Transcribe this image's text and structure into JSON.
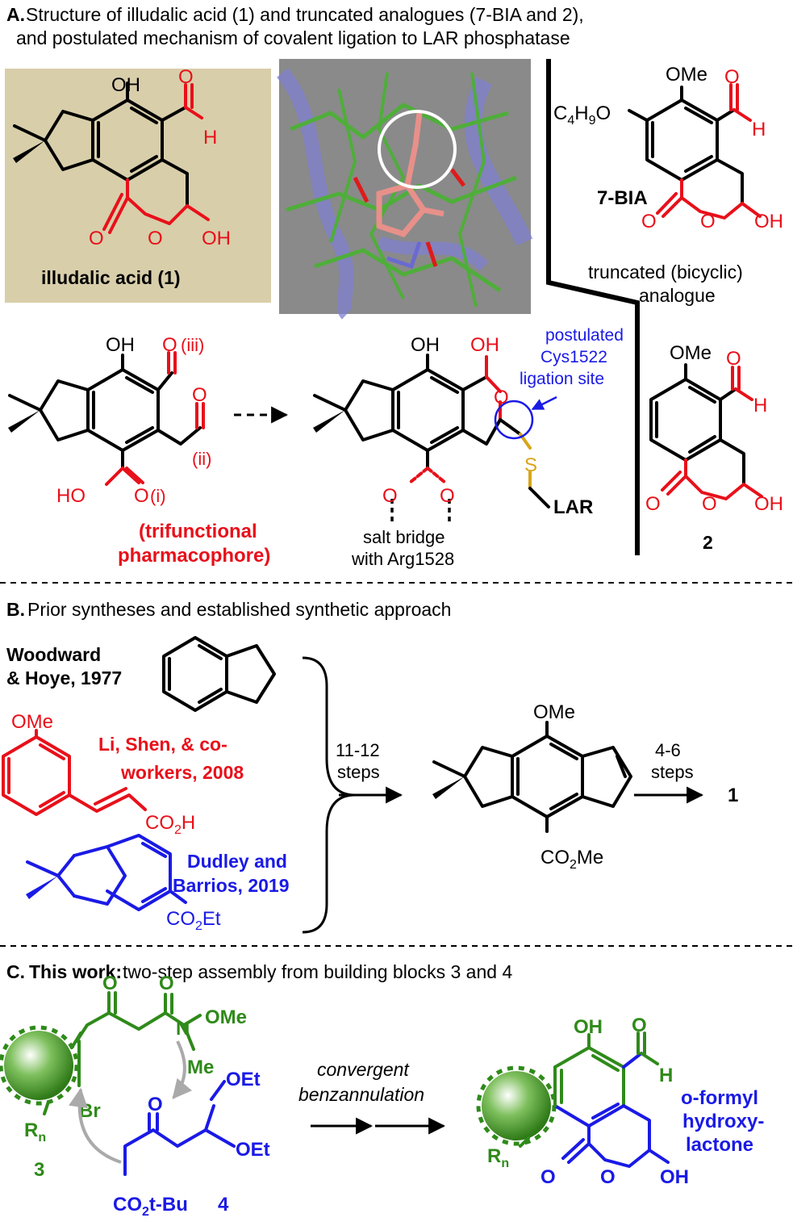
{
  "colors": {
    "black": "#000000",
    "red": "#e8101a",
    "green": "#2f8a1a",
    "blue": "#1a1ae6",
    "yellow": "#d8a51a",
    "tan": "#d8ceaa",
    "gray_arrow": "#aaaaaa"
  },
  "sectionA": {
    "title_letter": "A.",
    "title_line1": "Structure of illudalic acid (1) and truncated analogues (7-BIA and 2),",
    "title_line2": "and postulated mechanism of covalent ligation to LAR phosphatase",
    "illudalic_label": "illudalic acid (1)",
    "oh": "OH",
    "o": "O",
    "h": "H",
    "ome": "OMe",
    "c4h9o": "C4H9O",
    "bia_label": "7-BIA",
    "truncated_line1": "truncated (bicyclic)",
    "truncated_line2": "analogue",
    "compound2_label": "2",
    "site_iii": "(iii)",
    "site_ii": "(ii)",
    "site_i": "(i)",
    "ho": "HO",
    "trifunctional_line1": "(trifunctional",
    "trifunctional_line2": "pharmacophore)",
    "postulated_line1": "postulated",
    "postulated_line2": "Cys1522",
    "postulated_line3": "ligation site",
    "s": "S",
    "lar": "LAR",
    "salt_line1": "salt bridge",
    "salt_line2": "with Arg1528"
  },
  "sectionB": {
    "title_letter": "B.",
    "title": "Prior syntheses and established synthetic approach",
    "woodward_line1": "Woodward",
    "woodward_line2": "& Hoye, 1977",
    "li_line1": "Li, Shen, & co-",
    "li_line2": "workers, 2008",
    "dudley_line1": "Dudley and",
    "dudley_line2": "Barrios, 2019",
    "ome": "OMe",
    "co2h": "CO2H",
    "co2et": "CO2Et",
    "co2me": "CO2Me",
    "steps1_line1": "11-12",
    "steps1_line2": "steps",
    "steps2_line1": "4-6",
    "steps2_line2": "steps",
    "product": "1"
  },
  "sectionC": {
    "title_letter": "C.",
    "title_bold": "This work:",
    "title_rest": "two-step assembly from building blocks 3 and 4",
    "o": "O",
    "n": "N",
    "ome": "OMe",
    "me": "Me",
    "br": "Br",
    "rn": "Rn",
    "label3": "3",
    "label4": "4",
    "oet": "OEt",
    "co2tbu": "CO2t-Bu",
    "oh": "OH",
    "h": "H",
    "convergent_line1": "convergent",
    "convergent_line2": "benzannulation",
    "formyl_line1": "o-formyl",
    "formyl_line2": "hydroxy-",
    "formyl_line3": "lactone"
  }
}
